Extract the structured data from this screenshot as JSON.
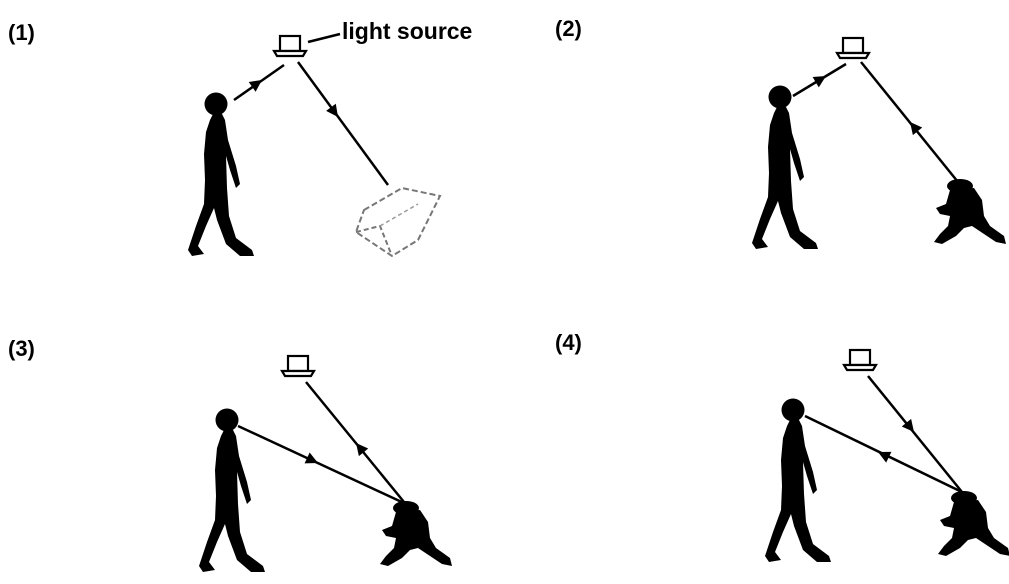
{
  "panels": [
    {
      "label": "(1)"
    },
    {
      "label": "(2)"
    },
    {
      "label": "(3)"
    },
    {
      "label": "(4)"
    }
  ],
  "light_source_label": "light source",
  "colors": {
    "ink": "#000000",
    "background": "#ffffff",
    "object_outline": "#777777"
  }
}
